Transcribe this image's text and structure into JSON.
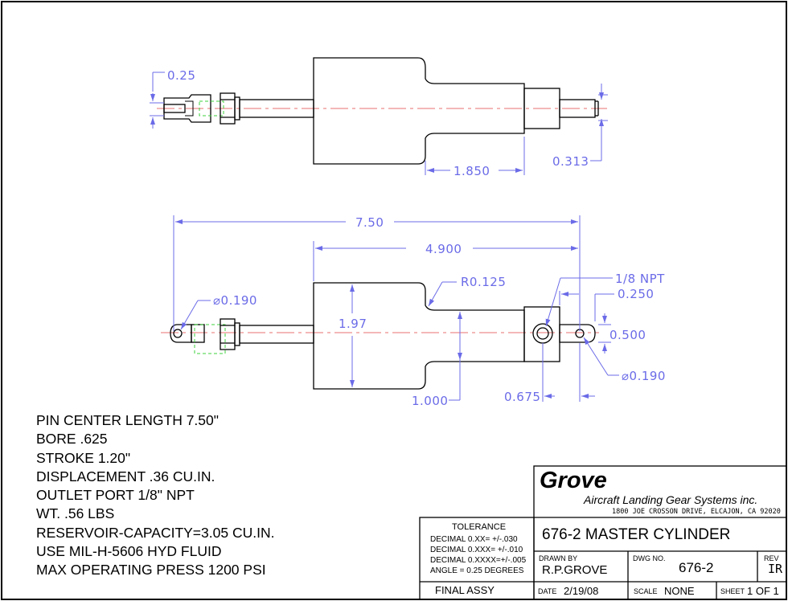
{
  "dimensions": {
    "top_slot": "0.25",
    "top_neck_length": "1.850",
    "top_pin": "0.313",
    "overall_length": "7.50",
    "body_length": "4.900",
    "neck_radius": "R0.125",
    "port_callout": "1/8 NPT",
    "port_offset": "0.250",
    "eye_hole_left": "⌀0.190",
    "body_height": "1.97",
    "end_height": "0.500",
    "eye_hole_right": "⌀0.190",
    "neck_height": "1.000",
    "port_to_pin": "0.675"
  },
  "notes": [
    "PIN CENTER LENGTH 7.50\"",
    "BORE .625",
    "STROKE 1.20\"",
    "DISPLACEMENT .36 CU.IN.",
    "OUTLET PORT 1/8\" NPT",
    "WT. .56 LBS",
    "RESERVOIR-CAPACITY=3.05 CU.IN.",
    "USE MIL-H-5606 HYD FLUID",
    "MAX OPERATING PRESS 1200 PSI"
  ],
  "title_block": {
    "company": "Grove",
    "company_full": "Aircraft Landing Gear Systems inc.",
    "address": "1800 JOE CROSSON DRIVE, ELCAJON, CA 92020",
    "title": "676-2 MASTER CYLINDER",
    "tolerance_heading": "TOLERANCE",
    "tolerances": [
      "DECIMAL 0.XX=  +/-.030",
      "DECIMAL 0.XXX= +/-.010",
      "DECIMAL 0.XXXX=+/-.005",
      "ANGLE = 0.25 DEGREES"
    ],
    "drawn_by_label": "DRAWN  BY",
    "drawn_by": "R.P.GROVE",
    "dwg_no_label": "DWG  NO.",
    "dwg_no": "676-2",
    "rev_label": "REV",
    "rev": "IR",
    "assy": "FINAL ASSY",
    "date_label": "DATE",
    "date": "2/19/08",
    "scale_label": "SCALE",
    "scale": "NONE",
    "sheet_label": "SHEET",
    "sheet": "1 OF 1"
  }
}
